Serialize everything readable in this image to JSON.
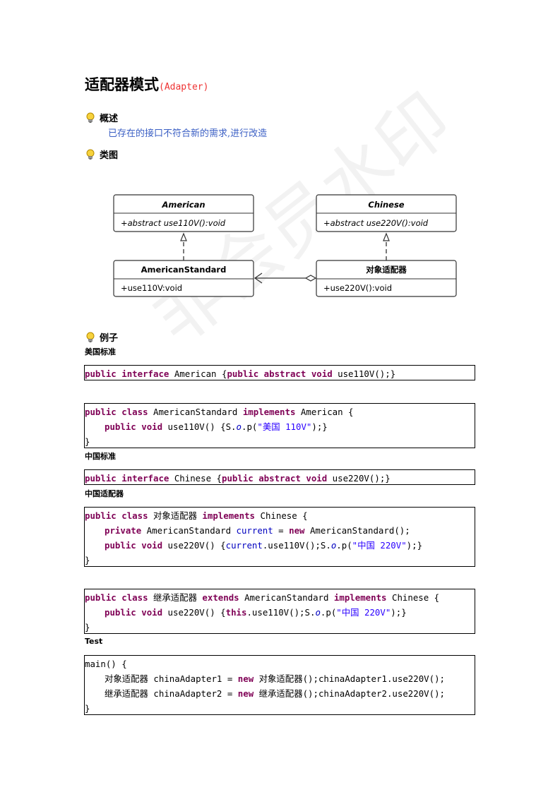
{
  "title": "适配器模式",
  "title_en": "(Adapter)",
  "sections": {
    "overview": "概述",
    "overview_desc": "已存在的接口不符合新的需求,进行改造",
    "diagram": "类图",
    "example": "例子"
  },
  "uml": {
    "american": {
      "name": "American",
      "method": "+abstract use110V():void"
    },
    "chinese": {
      "name": "Chinese",
      "method": "+abstract use220V():void"
    },
    "american_standard": {
      "name": "AmericanStandard",
      "method": "+use110V:void"
    },
    "adapter": {
      "name": "对象适配器",
      "method": "+use220V():void"
    }
  },
  "subheads": {
    "us_standard": "美国标准",
    "cn_standard": "中国标准",
    "cn_adapter": "中国适配器",
    "test": "Test"
  },
  "code": {
    "b1": {
      "kw1": "public",
      "kw2": "interface",
      "t1": " American {",
      "kw3": "public",
      "kw4": "abstract",
      "kw5": "void",
      "t2": " use110V();}"
    },
    "b2": {
      "l1_kw1": "public",
      "l1_kw2": "class",
      "l1_t1": " AmericanStandard ",
      "l1_kw3": "implements",
      "l1_t2": " American {",
      "l2_kw1": "public",
      "l2_kw2": "void",
      "l2_t1": " use110V() {S.",
      "l2_it": "o",
      "l2_t2": ".p(",
      "l2_str": "\"美国 110V\"",
      "l2_t3": ");}",
      "l3": "}"
    },
    "b3": {
      "kw1": "public",
      "kw2": "interface",
      "t1": " Chinese {",
      "kw3": "public",
      "kw4": "abstract",
      "kw5": "void",
      "t2": " use220V();}"
    },
    "b4": {
      "l1_kw1": "public",
      "l1_kw2": "class",
      "l1_t1": " 对象适配器 ",
      "l1_kw3": "implements",
      "l1_t2": " Chinese {",
      "l2_kw1": "private",
      "l2_t1": " AmericanStandard ",
      "l2_fld": "current",
      "l2_t2": " = ",
      "l2_kw2": "new",
      "l2_t3": " AmericanStandard();",
      "l3_kw1": "public",
      "l3_kw2": "void",
      "l3_t1": " use220V() {",
      "l3_fld": "current",
      "l3_t2": ".use110V();S.",
      "l3_it": "o",
      "l3_t3": ".p(",
      "l3_str": "\"中国 220V\"",
      "l3_t4": ");}",
      "l4": "}"
    },
    "b5": {
      "l1_kw1": "public",
      "l1_kw2": "class",
      "l1_t1": " 继承适配器 ",
      "l1_kw3": "extends",
      "l1_t2": " AmericanStandard ",
      "l1_kw4": "implements",
      "l1_t3": " Chinese {",
      "l2_kw1": "public",
      "l2_kw2": "void",
      "l2_t1": " use220V() {",
      "l2_kw3": "this",
      "l2_t2": ".use110V();S.",
      "l2_it": "o",
      "l2_t3": ".p(",
      "l2_str": "\"中国 220V\"",
      "l2_t4": ");}",
      "l3": "}"
    },
    "b6": {
      "l1": "main() {",
      "l2_t1": "对象适配器 chinaAdapter1 = ",
      "l2_kw": "new",
      "l2_t2": " 对象适配器();chinaAdapter1.use220V();",
      "l3_t1": "继承适配器 chinaAdapter2 = ",
      "l3_kw": "new",
      "l3_t2": " 继承适配器();chinaAdapter2.use220V();",
      "l4": "}"
    }
  },
  "watermark": "非会员水印"
}
